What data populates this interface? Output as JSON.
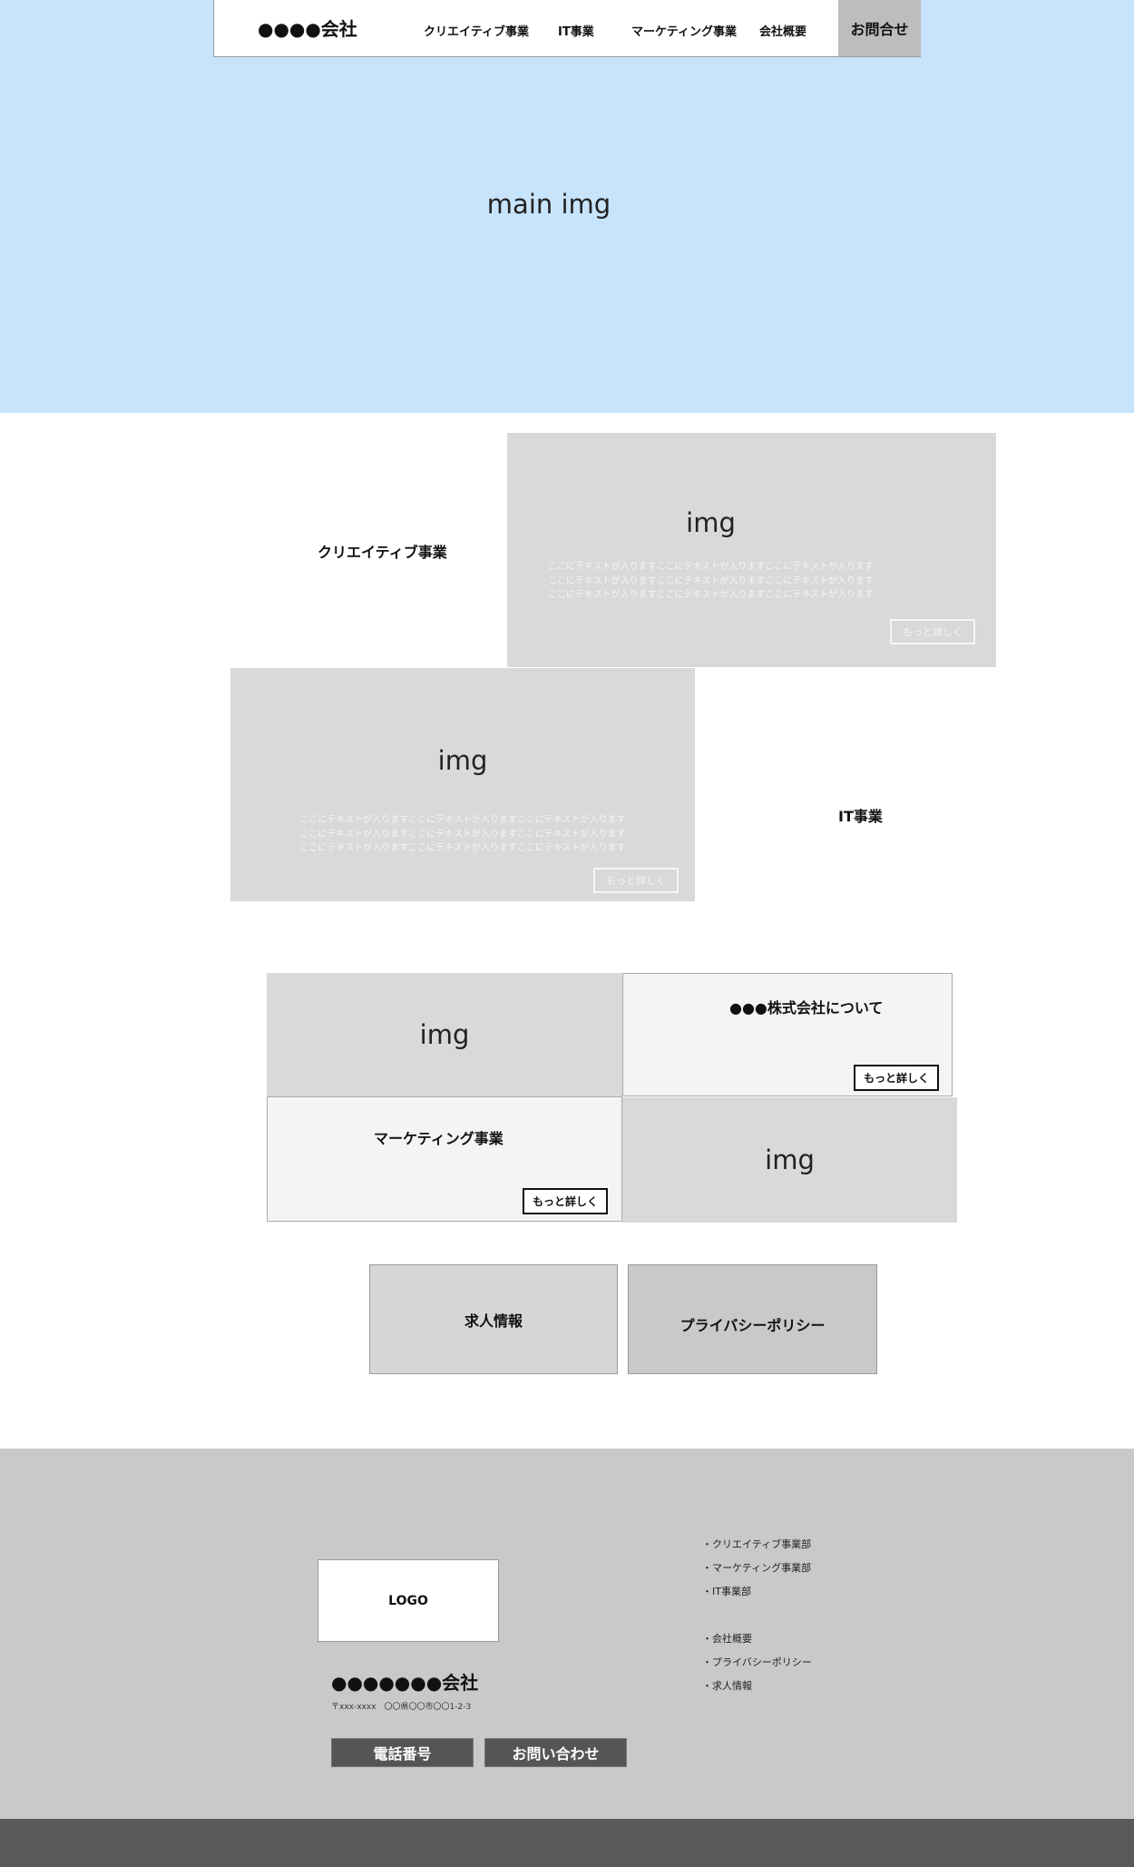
{
  "header": {
    "logo": "●●●●会社",
    "nav": [
      "クリエイティブ事業",
      "IT事業",
      "マーケティング事業",
      "会社概要"
    ],
    "contact": "お問合せ"
  },
  "hero": {
    "label": "main img"
  },
  "services": [
    {
      "title": "クリエイティブ事業",
      "img": "img",
      "text": [
        "ここにテキストが入りますここにテキストが入りますここにテキストが入ります",
        "ここにテキストが入りますここにテキストが入りますここにテキストが入ります",
        "ここにテキストが入りますここにテキストが入りますここにテキストが入ります"
      ],
      "more": "もっと詳しく"
    },
    {
      "title": "IT事業",
      "img": "img",
      "text": [
        "ここにテキストが入りますここにテキストが入りますここにテキストが入ります",
        "ここにテキストが入りますここにテキストが入りますここにテキストが入ります",
        "ここにテキストが入りますここにテキストが入りますここにテキストが入ります"
      ],
      "more": "もっと詳しく"
    }
  ],
  "grid": {
    "img1": "img",
    "about_title": "●●●株式会社について",
    "about_more": "もっと詳しく",
    "marketing_title": "マーケティング事業",
    "marketing_more": "もっと詳しく",
    "img2": "img"
  },
  "boxes": {
    "recruit": "求人情報",
    "privacy": "プライバシーポリシー"
  },
  "footer": {
    "logo": "LOGO",
    "company": "●●●●●●●会社",
    "address": "〒xxx-xxxx　〇〇県〇〇市〇〇1-2-3",
    "phone": "電話番号",
    "contact": "お問い合わせ",
    "links": [
      "・クリエイティブ事業部",
      "・マーケティング事業部",
      "・IT事業部",
      "・会社概要",
      "・プライバシーポリシー",
      "・求人情報"
    ]
  }
}
